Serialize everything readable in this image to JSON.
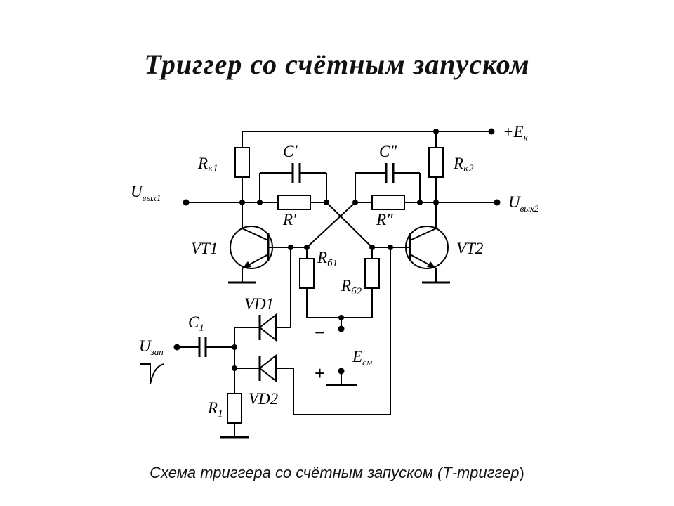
{
  "title": "Триггер со счётным запуском",
  "caption": {
    "text": "Схема триггера со счётным запуском (Т-триггер",
    "close": ")"
  },
  "labels": {
    "supply": "+E",
    "supply_sub": "к",
    "rk1": "R",
    "rk1_sub": "к1",
    "rk2": "R",
    "rk2_sub": "к2",
    "c1p": "C′",
    "c2p": "C″",
    "r1p": "R′",
    "r2p": "R″",
    "uout1": "U",
    "uout1_sub": "вых1",
    "uout2": "U",
    "uout2_sub": "вых2",
    "vt1": "VT1",
    "vt2": "VT2",
    "rb1": "R",
    "rb1_sub": "б1",
    "rb2": "R",
    "rb2_sub": "б2",
    "vd1": "VD1",
    "vd2": "VD2",
    "c1": "C",
    "c1_sub": "1",
    "uzap": "U",
    "uzap_sub": "зап",
    "minus": "−",
    "plus": "+",
    "esm": "E",
    "esm_sub": "см",
    "r1": "R",
    "r1_sub": "1"
  }
}
